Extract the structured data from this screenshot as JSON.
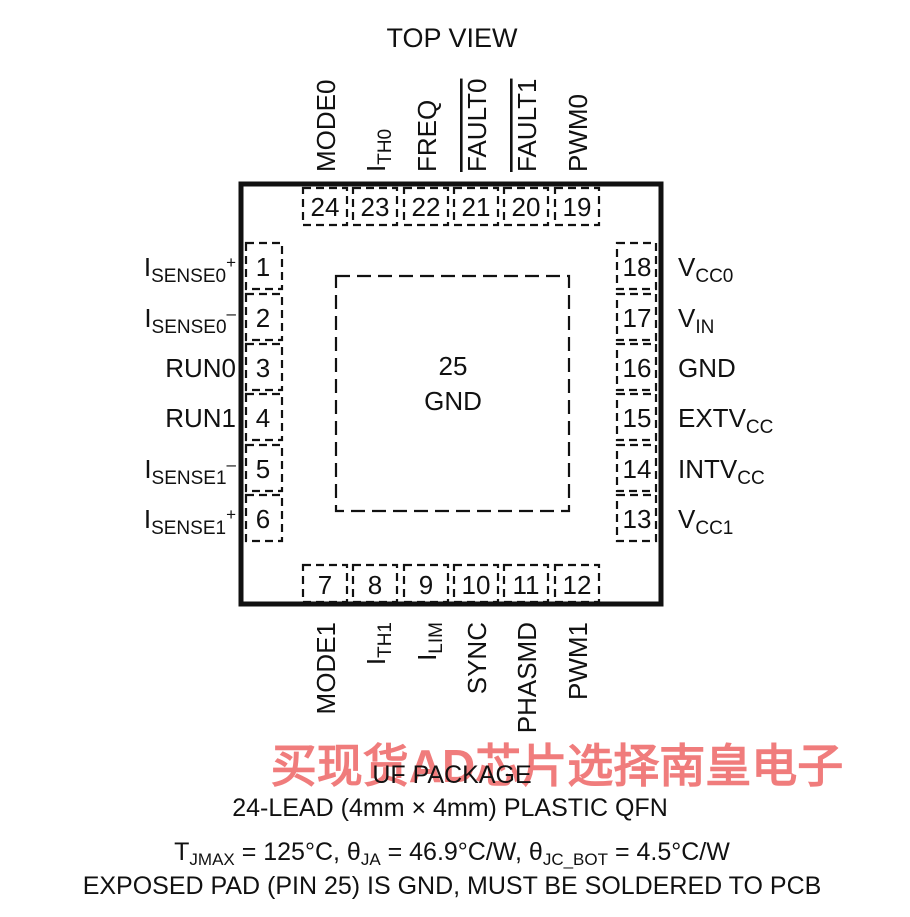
{
  "title": "TOP VIEW",
  "exposed_pad": {
    "number": "25",
    "label": "GND"
  },
  "pins": [
    {
      "num": "1",
      "side": "left",
      "name": [
        [
          "I"
        ],
        [
          "SENSE0",
          "sub"
        ],
        [
          "+",
          "sup"
        ]
      ]
    },
    {
      "num": "2",
      "side": "left",
      "name": [
        [
          "I"
        ],
        [
          "SENSE0",
          "sub"
        ],
        [
          "–",
          "sup"
        ]
      ]
    },
    {
      "num": "3",
      "side": "left",
      "name": [
        [
          "RUN0"
        ]
      ]
    },
    {
      "num": "4",
      "side": "left",
      "name": [
        [
          "RUN1"
        ]
      ]
    },
    {
      "num": "5",
      "side": "left",
      "name": [
        [
          "I"
        ],
        [
          "SENSE1",
          "sub"
        ],
        [
          "–",
          "sup"
        ]
      ]
    },
    {
      "num": "6",
      "side": "left",
      "name": [
        [
          "I"
        ],
        [
          "SENSE1",
          "sub"
        ],
        [
          "+",
          "sup"
        ]
      ]
    },
    {
      "num": "7",
      "side": "bottom",
      "name": [
        [
          "MODE1"
        ]
      ]
    },
    {
      "num": "8",
      "side": "bottom",
      "name": [
        [
          "I"
        ],
        [
          "TH1",
          "sub"
        ]
      ]
    },
    {
      "num": "9",
      "side": "bottom",
      "name": [
        [
          "I"
        ],
        [
          "LIM",
          "sub"
        ]
      ]
    },
    {
      "num": "10",
      "side": "bottom",
      "name": [
        [
          "SYNC"
        ]
      ]
    },
    {
      "num": "11",
      "side": "bottom",
      "name": [
        [
          "PHASMD"
        ]
      ]
    },
    {
      "num": "12",
      "side": "bottom",
      "name": [
        [
          "PWM1"
        ]
      ]
    },
    {
      "num": "13",
      "side": "right",
      "name": [
        [
          "V"
        ],
        [
          "CC1",
          "sub"
        ]
      ]
    },
    {
      "num": "14",
      "side": "right",
      "name": [
        [
          "INTV"
        ],
        [
          "CC",
          "sub"
        ]
      ]
    },
    {
      "num": "15",
      "side": "right",
      "name": [
        [
          "EXTV"
        ],
        [
          "CC",
          "sub"
        ]
      ]
    },
    {
      "num": "16",
      "side": "right",
      "name": [
        [
          "GND"
        ]
      ]
    },
    {
      "num": "17",
      "side": "right",
      "name": [
        [
          "V"
        ],
        [
          "IN",
          "sub"
        ]
      ]
    },
    {
      "num": "18",
      "side": "right",
      "name": [
        [
          "V"
        ],
        [
          "CC0",
          "sub"
        ]
      ]
    },
    {
      "num": "19",
      "side": "top",
      "name": [
        [
          "PWM0"
        ]
      ]
    },
    {
      "num": "20",
      "side": "top",
      "name": [
        [
          "FAULT1",
          "over"
        ]
      ]
    },
    {
      "num": "21",
      "side": "top",
      "name": [
        [
          "FAULT0",
          "over"
        ]
      ]
    },
    {
      "num": "22",
      "side": "top",
      "name": [
        [
          "FREQ"
        ]
      ]
    },
    {
      "num": "23",
      "side": "top",
      "name": [
        [
          "I"
        ],
        [
          "TH0",
          "sub"
        ]
      ]
    },
    {
      "num": "24",
      "side": "top",
      "name": [
        [
          "MODE0"
        ]
      ]
    }
  ],
  "watermark": "买现货AD芯片选择南皇电子",
  "caption": {
    "line1": "UF PACKAGE",
    "line2": "24-LEAD (4mm × 4mm) PLASTIC QFN",
    "line3": [
      [
        "T"
      ],
      [
        "JMAX",
        "sub"
      ],
      [
        " = 125°C, θ"
      ],
      [
        "JA",
        "sub"
      ],
      [
        " = 46.9°C/W, θ"
      ],
      [
        "JC_BOT",
        "sub"
      ],
      [
        " = 4.5°C/W"
      ]
    ],
    "line4": "EXPOSED PAD (PIN 25) IS GND, MUST BE SOLDERED TO PCB"
  }
}
